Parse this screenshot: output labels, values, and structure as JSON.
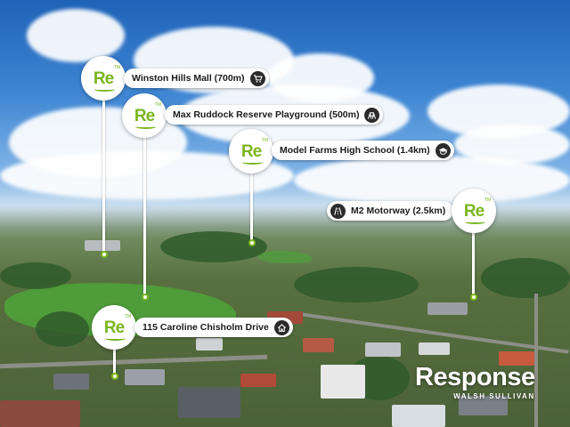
{
  "markers": [
    {
      "id": "winston-hills-mall",
      "label": "Winston Hills Mall (700m)",
      "icon": "shopping-cart-icon"
    },
    {
      "id": "max-ruddock-reserve",
      "label": "Max Ruddock Reserve Playground (500m)",
      "icon": "playground-icon"
    },
    {
      "id": "model-farms-high",
      "label": "Model Farms High School (1.4km)",
      "icon": "graduation-cap-icon"
    },
    {
      "id": "m2-motorway",
      "label": "M2 Motorway (2.5km)",
      "icon": "motorway-icon"
    },
    {
      "id": "property",
      "label": "115 Caroline Chisholm Drive",
      "icon": "home-icon"
    }
  ],
  "badge": {
    "text": "Re",
    "tm": "TM"
  },
  "brand": {
    "name": "Response",
    "subtitle": "WALSH SULLIVAN"
  },
  "colors": {
    "accent": "#7ab51d",
    "pill_bg": "#ffffff",
    "icon_bg": "#2b2b2b"
  }
}
